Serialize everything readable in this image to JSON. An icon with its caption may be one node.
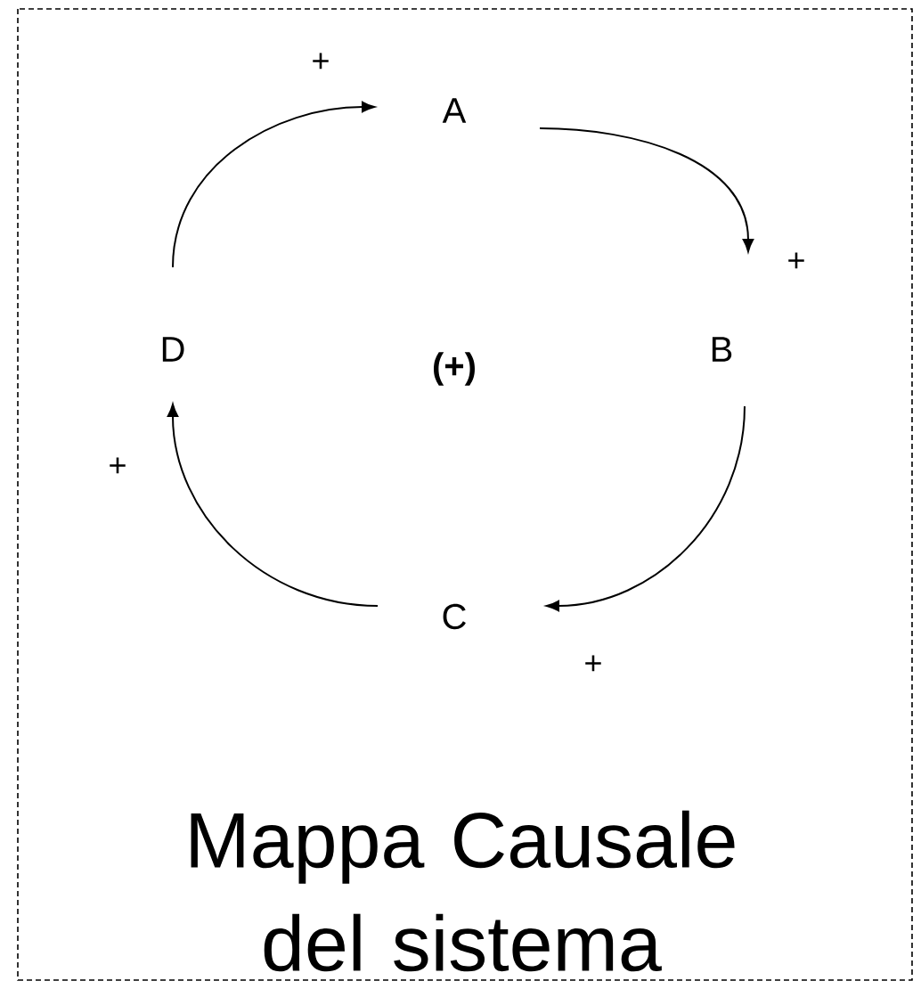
{
  "diagram": {
    "caption": "Mappa Causale del sistema",
    "nodes": [
      {
        "text": [
          "A"
        ]
      },
      {
        "text": [
          "B"
        ]
      },
      {
        "text": [
          "C"
        ]
      },
      {
        "text": [
          "D"
        ]
      }
    ],
    "edges": [
      {
        "from": 0,
        "to": 1,
        "arrow": "to",
        "label": "+"
      },
      {
        "from": 1,
        "to": 2,
        "arrow": "to",
        "label": "+"
      },
      {
        "from": 2,
        "to": 3,
        "arrow": "to",
        "label": "+"
      },
      {
        "from": 3,
        "to": 0,
        "arrow": "to",
        "label": "+"
      }
    ],
    "labels": [
      "(+)"
    ]
  }
}
